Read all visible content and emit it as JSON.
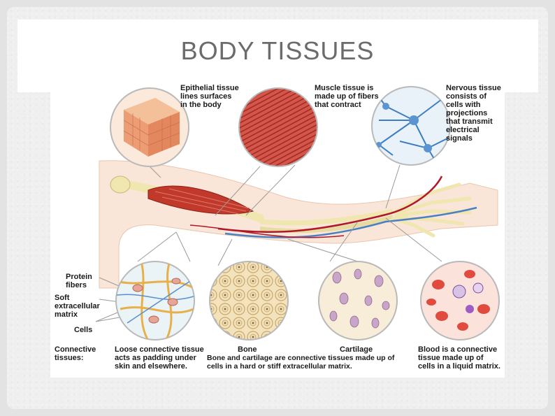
{
  "slide": {
    "title": "BODY TISSUES"
  },
  "figure": {
    "labels": {
      "epithelial": "Epithelial tissue\nlines surfaces\nin the body",
      "muscle": "Muscle tissue is\nmade up of fibers\nthat contract",
      "nervous": "Nervous tissue\nconsists of\ncells with\nprojections\nthat transmit\nelectrical\nsignals",
      "protein_fibers": "Protein\nfibers",
      "soft_matrix": "Soft\nextracellular\nmatrix",
      "cells": "Cells",
      "connective_tissues": "Connective\ntissues:",
      "loose_connective": "Loose connective tissue\nacts as padding under\nskin and elsewhere.",
      "bone": "Bone",
      "cartilage": "Cartilage",
      "bone_cartilage_caption": "Bone and cartilage are connective tissues made up of\ncells in a hard or stiff extracellular matrix.",
      "blood": "Blood is a connective\ntissue made up of\ncells in a liquid matrix."
    },
    "colors": {
      "skin": "#f7e0cf",
      "muscle": "#c0392b",
      "bone": "#efe6b0",
      "artery": "#b0182a",
      "vein": "#4a7fc1",
      "neuron": "#3d7ec2"
    }
  }
}
